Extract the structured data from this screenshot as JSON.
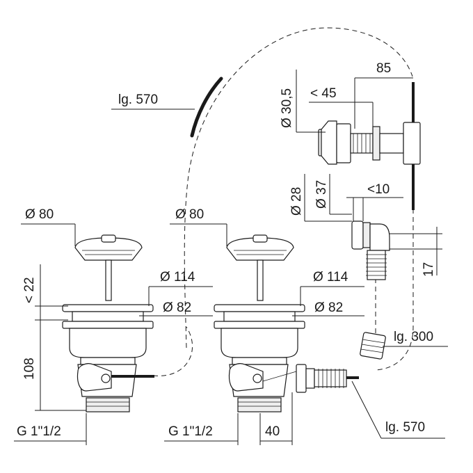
{
  "labels": {
    "cable_length_top": "lg. 570",
    "cable_length_right": "lg. 300",
    "cable_length_bottom": "lg. 570",
    "lever_width": "85",
    "lever_depth": "< 45",
    "lever_diameter": "Ø 30,5",
    "overflow_d1": "Ø 28",
    "overflow_d2": "Ø 37",
    "overflow_depth": "<10",
    "overflow_height": "17",
    "strainer_left_diameter": "Ø 80",
    "strainer_right_diameter": "Ø 80",
    "flange_left_outer": "Ø 114",
    "flange_left_inner": "Ø 82",
    "flange_right_outer": "Ø 114",
    "flange_right_inner": "Ø 82",
    "plug_rise": "< 22",
    "body_height": "108",
    "thread_left": "G 1\"1/2",
    "thread_right": "G 1\"1/2",
    "outlet_offset": "40"
  }
}
